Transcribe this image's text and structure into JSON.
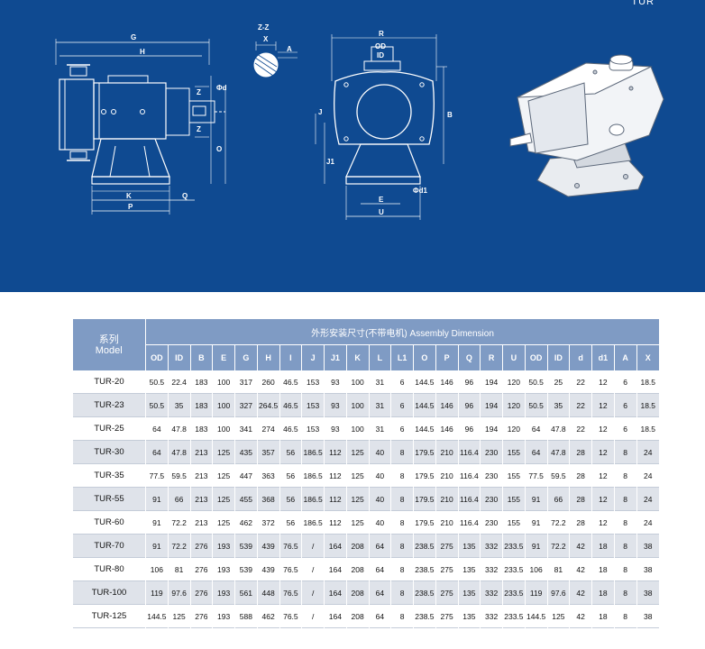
{
  "header": {
    "corner_label": "TUR"
  },
  "drawings": {
    "side_view": {
      "labels": [
        "G",
        "H",
        "Z",
        "Z",
        "Φd",
        "O",
        "K",
        "Q",
        "P"
      ]
    },
    "section_view": {
      "title": "Z-Z",
      "labels": [
        "X",
        "A"
      ]
    },
    "front_view": {
      "labels": [
        "R",
        "OD",
        "ID",
        "J",
        "J1",
        "B",
        "E",
        "Φd1",
        "U"
      ]
    },
    "icons": [
      "pump-side-view-icon",
      "shaft-section-icon",
      "pump-front-view-icon",
      "pump-3d-illustration-icon"
    ]
  },
  "table": {
    "model_header_cn": "系列",
    "model_header_en": "Model",
    "group_header": "外形安装尺寸(不带电机) Assembly Dimension",
    "columns": [
      "OD",
      "ID",
      "B",
      "E",
      "G",
      "H",
      "I",
      "J",
      "J1",
      "K",
      "L",
      "L1",
      "O",
      "P",
      "Q",
      "R",
      "U",
      "OD",
      "ID",
      "d",
      "d1",
      "A",
      "X"
    ],
    "rows": [
      {
        "model": "TUR-20",
        "values": [
          "50.5",
          "22.4",
          "183",
          "100",
          "317",
          "260",
          "46.5",
          "153",
          "93",
          "100",
          "31",
          "6",
          "144.5",
          "146",
          "96",
          "194",
          "120",
          "50.5",
          "25",
          "22",
          "12",
          "6",
          "18.5"
        ]
      },
      {
        "model": "TUR-23",
        "values": [
          "50.5",
          "35",
          "183",
          "100",
          "327",
          "264.5",
          "46.5",
          "153",
          "93",
          "100",
          "31",
          "6",
          "144.5",
          "146",
          "96",
          "194",
          "120",
          "50.5",
          "35",
          "22",
          "12",
          "6",
          "18.5"
        ]
      },
      {
        "model": "TUR-25",
        "values": [
          "64",
          "47.8",
          "183",
          "100",
          "341",
          "274",
          "46.5",
          "153",
          "93",
          "100",
          "31",
          "6",
          "144.5",
          "146",
          "96",
          "194",
          "120",
          "64",
          "47.8",
          "22",
          "12",
          "6",
          "18.5"
        ]
      },
      {
        "model": "TUR-30",
        "values": [
          "64",
          "47.8",
          "213",
          "125",
          "435",
          "357",
          "56",
          "186.5",
          "112",
          "125",
          "40",
          "8",
          "179.5",
          "210",
          "116.4",
          "230",
          "155",
          "64",
          "47.8",
          "28",
          "12",
          "8",
          "24"
        ]
      },
      {
        "model": "TUR-35",
        "values": [
          "77.5",
          "59.5",
          "213",
          "125",
          "447",
          "363",
          "56",
          "186.5",
          "112",
          "125",
          "40",
          "8",
          "179.5",
          "210",
          "116.4",
          "230",
          "155",
          "77.5",
          "59.5",
          "28",
          "12",
          "8",
          "24"
        ]
      },
      {
        "model": "TUR-55",
        "values": [
          "91",
          "66",
          "213",
          "125",
          "455",
          "368",
          "56",
          "186.5",
          "112",
          "125",
          "40",
          "8",
          "179.5",
          "210",
          "116.4",
          "230",
          "155",
          "91",
          "66",
          "28",
          "12",
          "8",
          "24"
        ]
      },
      {
        "model": "TUR-60",
        "values": [
          "91",
          "72.2",
          "213",
          "125",
          "462",
          "372",
          "56",
          "186.5",
          "112",
          "125",
          "40",
          "8",
          "179.5",
          "210",
          "116.4",
          "230",
          "155",
          "91",
          "72.2",
          "28",
          "12",
          "8",
          "24"
        ]
      },
      {
        "model": "TUR-70",
        "values": [
          "91",
          "72.2",
          "276",
          "193",
          "539",
          "439",
          "76.5",
          "/",
          "164",
          "208",
          "64",
          "8",
          "238.5",
          "275",
          "135",
          "332",
          "233.5",
          "91",
          "72.2",
          "42",
          "18",
          "8",
          "38"
        ]
      },
      {
        "model": "TUR-80",
        "values": [
          "106",
          "81",
          "276",
          "193",
          "539",
          "439",
          "76.5",
          "/",
          "164",
          "208",
          "64",
          "8",
          "238.5",
          "275",
          "135",
          "332",
          "233.5",
          "106",
          "81",
          "42",
          "18",
          "8",
          "38"
        ]
      },
      {
        "model": "TUR-100",
        "values": [
          "119",
          "97.6",
          "276",
          "193",
          "561",
          "448",
          "76.5",
          "/",
          "164",
          "208",
          "64",
          "8",
          "238.5",
          "275",
          "135",
          "332",
          "233.5",
          "119",
          "97.6",
          "42",
          "18",
          "8",
          "38"
        ]
      },
      {
        "model": "TUR-125",
        "values": [
          "144.5",
          "125",
          "276",
          "193",
          "588",
          "462",
          "76.5",
          "/",
          "164",
          "208",
          "64",
          "8",
          "238.5",
          "275",
          "135",
          "332",
          "233.5",
          "144.5",
          "125",
          "42",
          "18",
          "8",
          "38"
        ]
      }
    ]
  },
  "colors": {
    "panel_blue": "#0f4a91",
    "header_blue": "#7f9bc4",
    "stripe_gray": "#dfe3ea"
  }
}
